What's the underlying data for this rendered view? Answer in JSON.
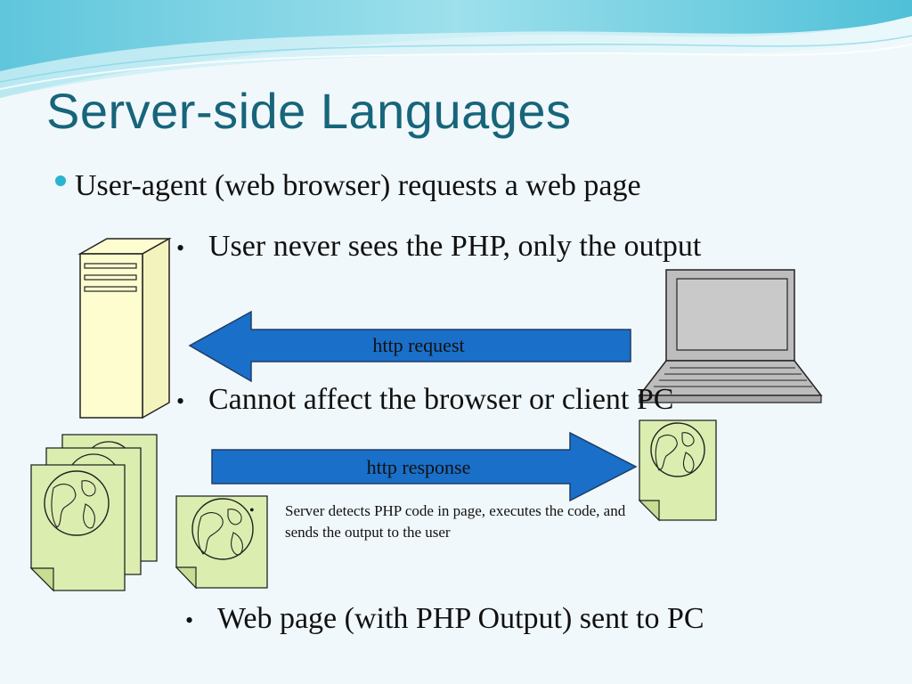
{
  "slide": {
    "title": "Server-side Languages",
    "bullets": {
      "main": "User-agent (web browser) requests a web page",
      "never_sees": "User never sees the PHP, only the output",
      "cannot_affect": "Cannot affect the browser or client PC",
      "web_page_sent": "Web page (with PHP Output) sent to PC"
    },
    "note": "Server detects PHP code in page, executes the code, and sends the output to the user",
    "arrows": {
      "request": "http request",
      "response": "http response"
    },
    "bullet_glyph": "•"
  },
  "colors": {
    "title": "#17657a",
    "arrow_fill": "#1a6fc9",
    "page_fill": "#dbeeb0",
    "server_fill": "#fdfdd0",
    "laptop_fill": "#bdbdbd",
    "accent_bullet": "#2cb3d0"
  },
  "icons": {
    "server": "server-tower-icon",
    "laptop": "laptop-icon",
    "web_page": "web-page-globe-icon"
  }
}
